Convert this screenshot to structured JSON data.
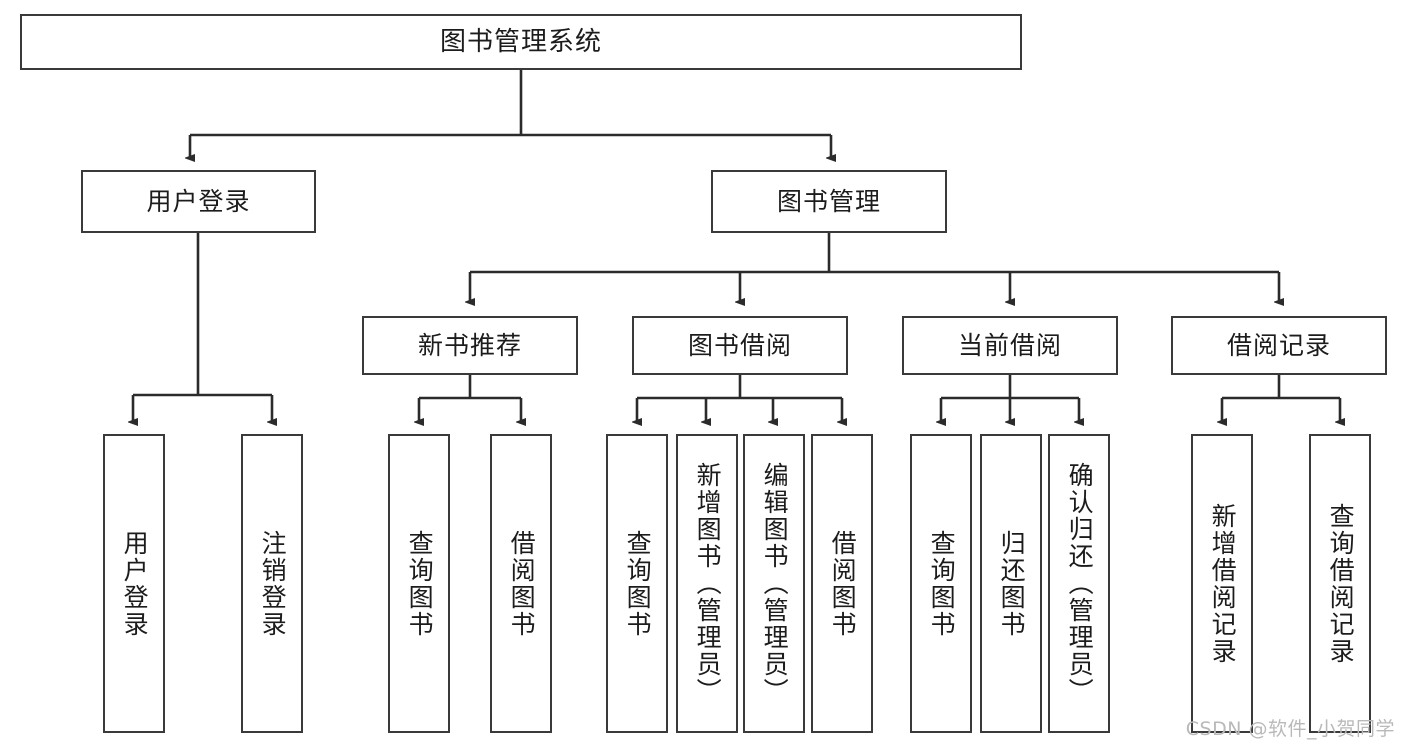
{
  "diagram": {
    "title": "图书管理系统",
    "type": "tree",
    "root": {
      "label": "图书管理系统"
    },
    "level2": [
      {
        "label": "用户登录"
      },
      {
        "label": "图书管理"
      }
    ],
    "level3": [
      {
        "label": "新书推荐"
      },
      {
        "label": "图书借阅"
      },
      {
        "label": "当前借阅"
      },
      {
        "label": "借阅记录"
      }
    ],
    "leaves": {
      "user_login": [
        {
          "label": "用户登录"
        },
        {
          "label": "注销登录"
        }
      ],
      "new_book_recommend": [
        {
          "label": "查询图书"
        },
        {
          "label": "借阅图书"
        }
      ],
      "book_borrow": [
        {
          "label": "查询图书"
        },
        {
          "label": "新增图书（管理员）"
        },
        {
          "label": "编辑图书（管理员）"
        },
        {
          "label": "借阅图书"
        }
      ],
      "current_borrow": [
        {
          "label": "查询图书"
        },
        {
          "label": "归还图书"
        },
        {
          "label": "确认归还（管理员）"
        }
      ],
      "borrow_record": [
        {
          "label": "新增借阅记录"
        },
        {
          "label": "查询借阅记录"
        }
      ]
    }
  },
  "watermark": {
    "text": "CSDN @软件_小贺同学"
  },
  "colors": {
    "box_border": "#3a3a3a",
    "box_fill": "#ffffff",
    "edge": "#2b2b2b",
    "text": "#1c1c1c",
    "watermark": "#b9b9b9"
  }
}
